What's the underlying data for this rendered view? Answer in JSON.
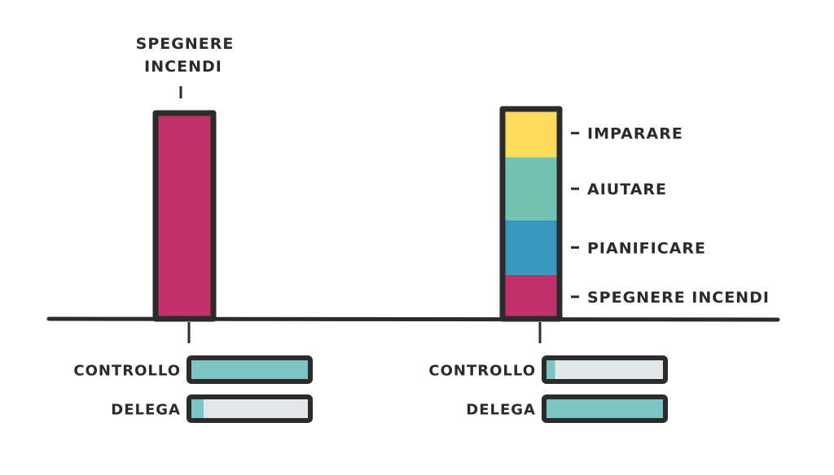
{
  "chart_data": {
    "type": "bar",
    "title": "",
    "colors": {
      "spegnere_incendi": "#c0306a",
      "pianificare": "#3797bf",
      "aiutare": "#72c3b2",
      "imparare": "#fcdc5a",
      "gauge_fill": "#7cc3c4",
      "gauge_empty": "#e1e6e9",
      "outline": "#2b2b2b"
    },
    "left_bar": {
      "label_lines": [
        "SPEGNERE",
        "INCENDI"
      ],
      "segments": [
        {
          "name": "SPEGNERE INCENDI",
          "value": 100,
          "color_key": "spegnere_incendi"
        }
      ]
    },
    "right_bar": {
      "segments": [
        {
          "name": "SPEGNERE INCENDI",
          "value": 21,
          "color_key": "spegnere_incendi"
        },
        {
          "name": "PIANIFICARE",
          "value": 26,
          "color_key": "pianificare"
        },
        {
          "name": "AIUTARE",
          "value": 30,
          "color_key": "aiutare"
        },
        {
          "name": "IMPARARE",
          "value": 23,
          "color_key": "imparare"
        }
      ]
    },
    "gauges": [
      {
        "group": "left",
        "label": "CONTROLLO",
        "fill_percent": 100
      },
      {
        "group": "left",
        "label": "DELEGA",
        "fill_percent": 12
      },
      {
        "group": "right",
        "label": "CONTROLLO",
        "fill_percent": 9
      },
      {
        "group": "right",
        "label": "DELEGA",
        "fill_percent": 100
      }
    ]
  }
}
